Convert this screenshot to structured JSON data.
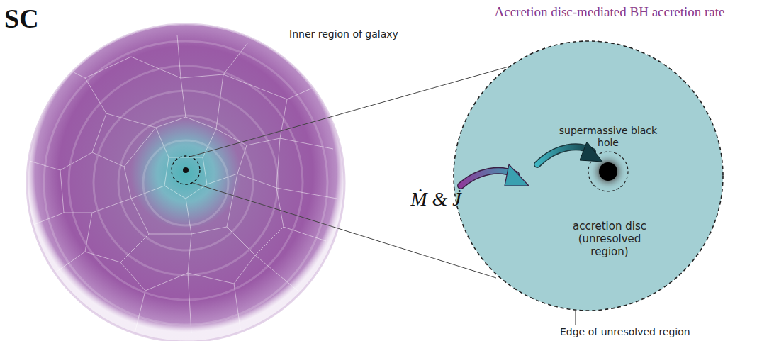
{
  "diagram": {
    "title": "Accretion disc-mediated BH accretion rate",
    "nodes": [
      {
        "text": [
          "Inner region of galaxy"
        ]
      },
      {
        "text": [
          "accretion disc (unresolved region)",
          "Edge of unresolved region"
        ]
      },
      {
        "text": [
          "supermassive black hole"
        ],
        "in": 1
      }
    ],
    "labels": [
      "SC",
      "Ṁ & J̇"
    ]
  }
}
